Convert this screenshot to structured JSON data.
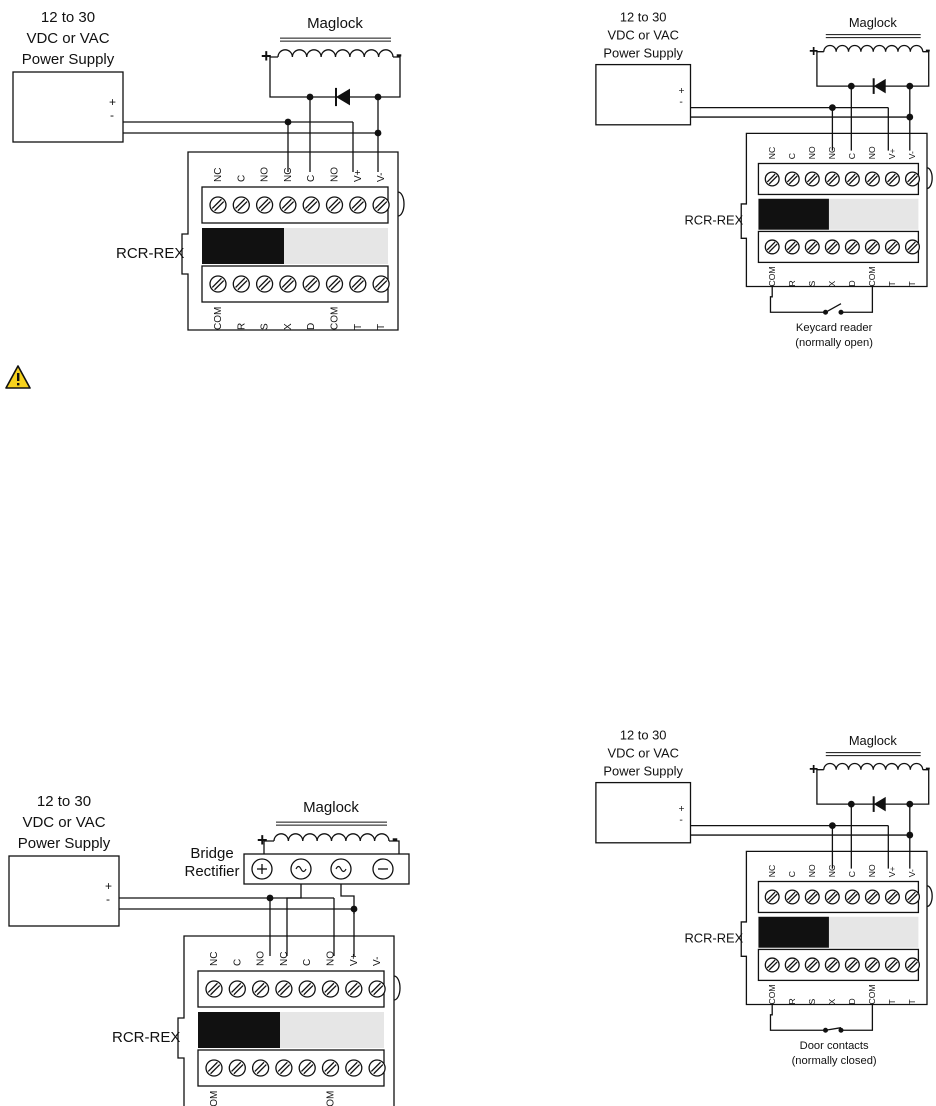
{
  "common": {
    "power_supply": [
      "12 to 30",
      "VDC or VAC",
      "Power Supply"
    ],
    "maglock": "Maglock",
    "device": "RCR-REX",
    "plus": "+",
    "minus": "-",
    "top_terminals": [
      "NC",
      "C",
      "NO",
      "NC",
      "C",
      "NO",
      "V+",
      "V-"
    ],
    "bottom_terminals": [
      "COM",
      "R",
      "S",
      "X",
      "D",
      "COM",
      "T",
      "T"
    ]
  },
  "diagrams": [
    {
      "id": "diagram-1",
      "caption": null
    },
    {
      "id": "diagram-2",
      "caption": [
        "Keycard reader",
        "(normally open)"
      ]
    },
    {
      "id": "diagram-3",
      "caption": null,
      "rectifier": [
        "Bridge",
        "Rectifier"
      ]
    },
    {
      "id": "diagram-4",
      "caption": [
        "Door contacts",
        "(normally closed)"
      ]
    }
  ],
  "warning_icon": "warning-triangle-icon"
}
